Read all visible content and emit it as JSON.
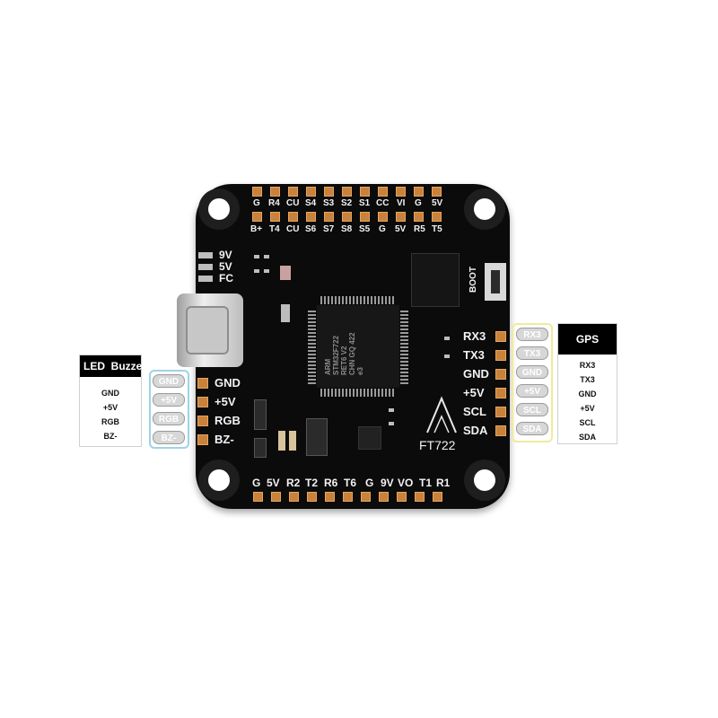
{
  "board": {
    "label": "FT722",
    "chip_text": [
      "ARM",
      "STM32F722",
      "RET6 V2",
      "CHN GQ 422",
      "e3"
    ],
    "boot_label": "BOOT",
    "top_pads_row1": [
      "G",
      "R4",
      "CU",
      "S4",
      "S3",
      "S2",
      "S1",
      "CC",
      "VI",
      "G",
      "5V"
    ],
    "top_pads_row2": [
      "B+",
      "T4",
      "CU",
      "S6",
      "S7",
      "S8",
      "S5",
      "G",
      "5V",
      "R5",
      "T5"
    ],
    "bottom_pads": [
      "G",
      "5V",
      "R2",
      "T2",
      "R6",
      "T6",
      "G",
      "9V",
      "VO",
      "T1",
      "R1"
    ],
    "left_small_labels": [
      "9V",
      "5V",
      "FC"
    ],
    "left_pad_labels": [
      "GND",
      "+5V",
      "RGB",
      "BZ-"
    ],
    "right_pad_labels": [
      "RX3",
      "TX3",
      "GND",
      "+5V",
      "SCL",
      "SDA"
    ]
  },
  "left_ghost_labels": [
    "GND",
    "+5V",
    "RGB",
    "BZ-"
  ],
  "right_ghost_labels": [
    "RX3",
    "TX3",
    "GND",
    "+5V",
    "SCL",
    "SDA"
  ],
  "led_buzzer": {
    "title_a": "LED",
    "title_b": "Buzzer",
    "items": [
      "GND",
      "+5V",
      "RGB",
      "BZ-"
    ]
  },
  "gps": {
    "title": "GPS",
    "items": [
      "RX3",
      "TX3",
      "GND",
      "+5V",
      "SCL",
      "SDA"
    ]
  },
  "colors": {
    "pcb": "#0b0b0b",
    "pad": "#c8823c",
    "left_frame": "#9ed3e6",
    "right_frame": "#f0eb9a"
  }
}
